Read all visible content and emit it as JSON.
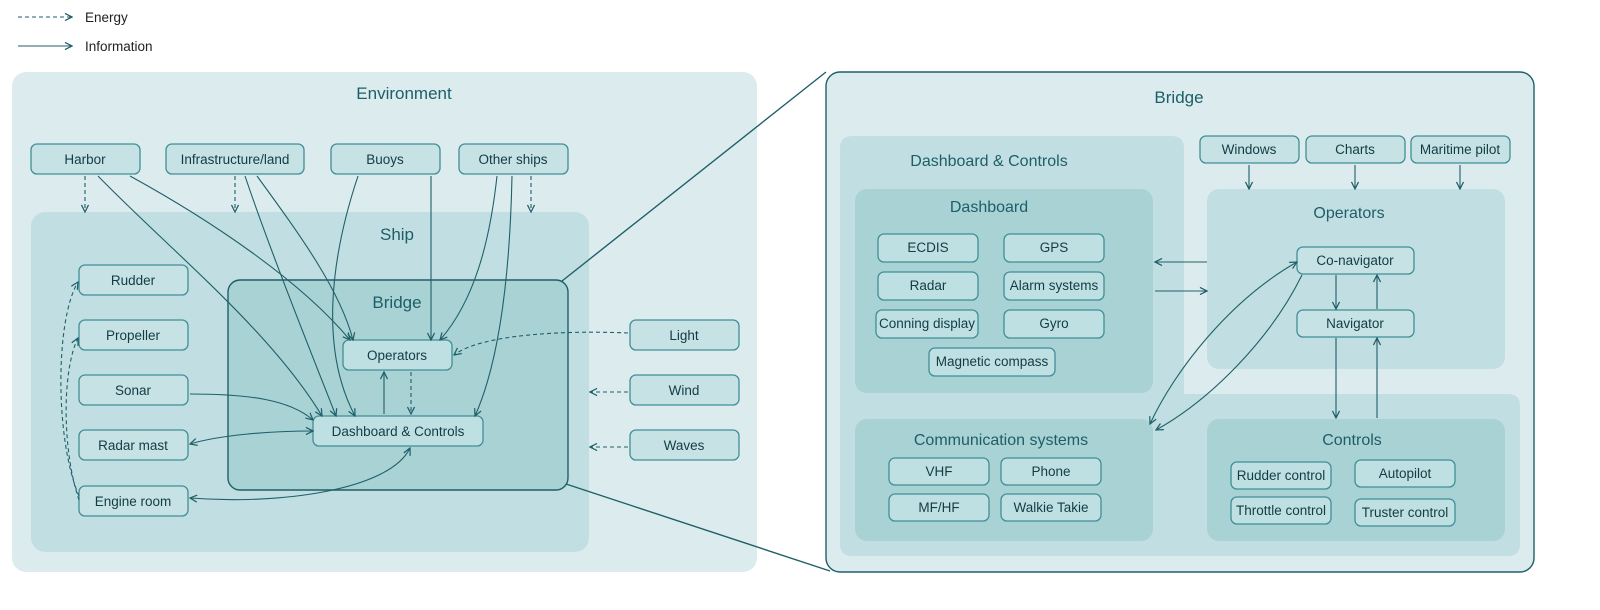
{
  "legend": {
    "energy": "Energy",
    "information": "Information"
  },
  "left": {
    "environment_title": "Environment",
    "ship_title": "Ship",
    "bridge_title": "Bridge",
    "env_nodes": [
      "Harbor",
      "Infrastructure/land",
      "Buoys",
      "Other ships"
    ],
    "ship_nodes": [
      "Rudder",
      "Propeller",
      "Sonar",
      "Radar mast",
      "Engine room"
    ],
    "bridge_nodes": [
      "Operators",
      "Dashboard & Controls"
    ],
    "weather_nodes": [
      "Light",
      "Wind",
      "Waves"
    ]
  },
  "right": {
    "bridge_title": "Bridge",
    "dc_title": "Dashboard & Controls",
    "dashboard_title": "Dashboard",
    "dashboard_items": [
      "ECDIS",
      "GPS",
      "Radar",
      "Alarm systems",
      "Conning display",
      "Gyro",
      "Magnetic compass"
    ],
    "top_nodes": [
      "Windows",
      "Charts",
      "Maritime pilot"
    ],
    "operators_title": "Operators",
    "operators_items": [
      "Co-navigator",
      "Navigator"
    ],
    "comm_title": "Communication systems",
    "comm_items": [
      "VHF",
      "Phone",
      "MF/HF",
      "Walkie Takie"
    ],
    "controls_title": "Controls",
    "controls_items": [
      "Rudder control",
      "Autopilot",
      "Throttle control",
      "Truster control"
    ]
  },
  "colors": {
    "environment_bg": "#dcecee",
    "ship_bg": "#c1dfe2",
    "bridge_bg": "#a9d2d5",
    "box_fill": "#c6e2e5",
    "stroke": "#1f5f68"
  }
}
